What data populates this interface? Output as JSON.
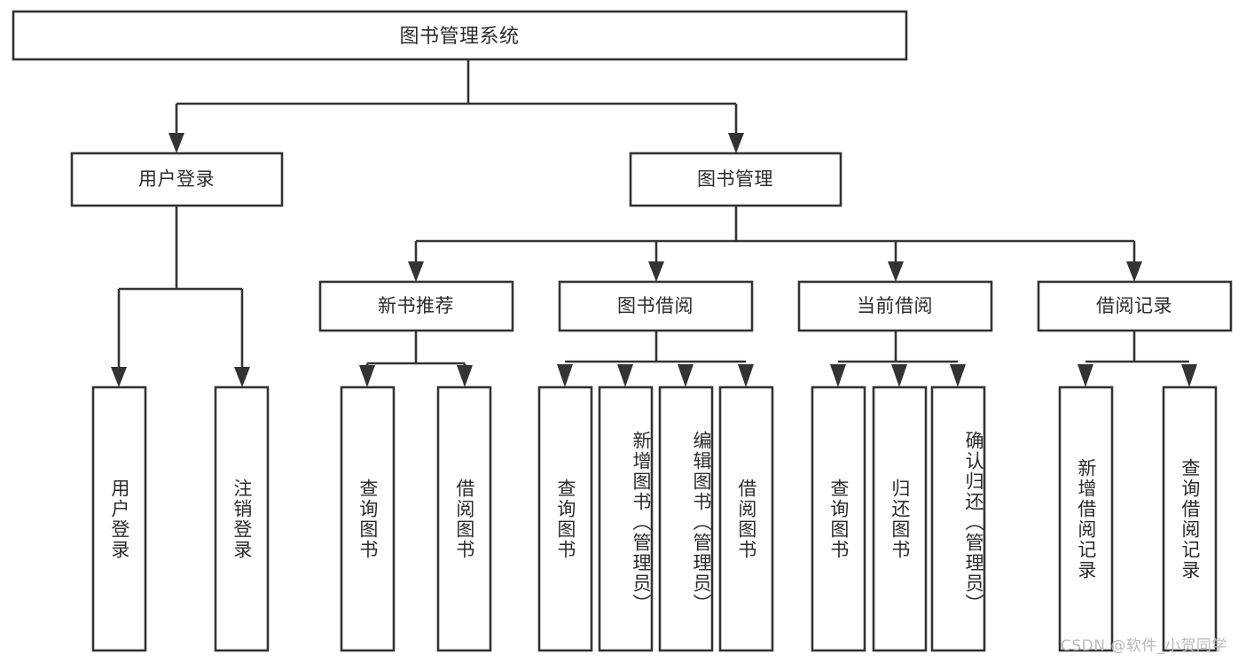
{
  "diagram": {
    "title": "图书管理系统",
    "type": "hierarchy-tree",
    "watermark": "CSDN @软件_小贺同学",
    "colors": {
      "stroke": "#333333",
      "fill": "#ffffff",
      "text": "#2b2b2b",
      "watermark": "#b9b9b9",
      "background": "#ffffff"
    },
    "root": {
      "label": "图书管理系统"
    },
    "level2": [
      {
        "label": "用户登录"
      },
      {
        "label": "图书管理"
      }
    ],
    "level3": [
      {
        "label": "新书推荐"
      },
      {
        "label": "图书借阅"
      },
      {
        "label": "当前借阅"
      },
      {
        "label": "借阅记录"
      }
    ],
    "leaves": {
      "user_login": [
        {
          "label": "用户登录"
        },
        {
          "label": "注销登录"
        }
      ],
      "new_book": [
        {
          "label": "查询图书"
        },
        {
          "label": "借阅图书"
        }
      ],
      "book_borrow": [
        {
          "label": "查询图书"
        },
        {
          "label": "新增图书（管理员）"
        },
        {
          "label": "编辑图书（管理员）"
        },
        {
          "label": "借阅图书"
        }
      ],
      "current_borrow": [
        {
          "label": "查询图书"
        },
        {
          "label": "归还图书"
        },
        {
          "label": "确认归还（管理员）"
        }
      ],
      "borrow_record": [
        {
          "label": "新增借阅记录"
        },
        {
          "label": "查询借阅记录"
        }
      ]
    }
  }
}
